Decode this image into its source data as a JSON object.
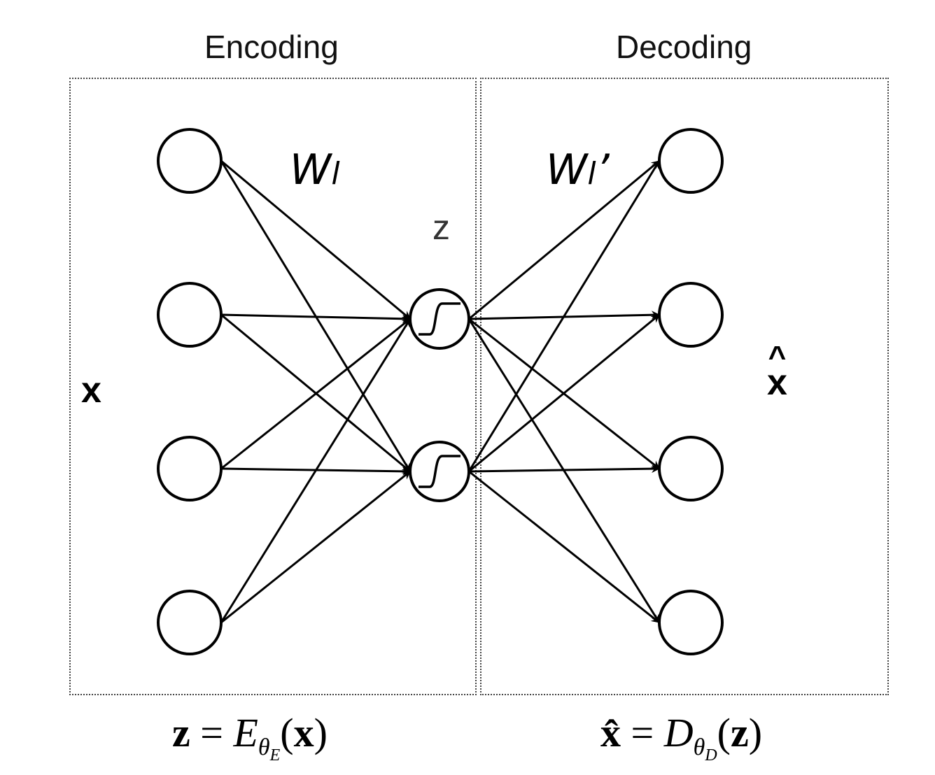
{
  "titles": {
    "encoding": "Encoding",
    "decoding": "Decoding"
  },
  "labels": {
    "encoder_weights": "W",
    "encoder_weights_sub": "l",
    "decoder_weights": "W",
    "decoder_weights_sub": "l",
    "decoder_weights_prime": "’",
    "latent": "z",
    "input": "x",
    "output": "x",
    "output_hat": "^"
  },
  "formulas": {
    "encoder": {
      "lhs": "z",
      "eq": " = ",
      "func": "E",
      "sub": "θ",
      "subsub": "E",
      "arg_open": "(",
      "arg": "x",
      "arg_close": ")"
    },
    "decoder": {
      "lhs": "x̂",
      "eq": " = ",
      "func": "D",
      "sub": "θ",
      "subsub": "D",
      "arg_open": "(",
      "arg": "z",
      "arg_close": ")"
    }
  },
  "network": {
    "input_nodes": 4,
    "hidden_nodes": 2,
    "output_nodes": 4,
    "hidden_activation_icon": "sigmoid-icon"
  }
}
